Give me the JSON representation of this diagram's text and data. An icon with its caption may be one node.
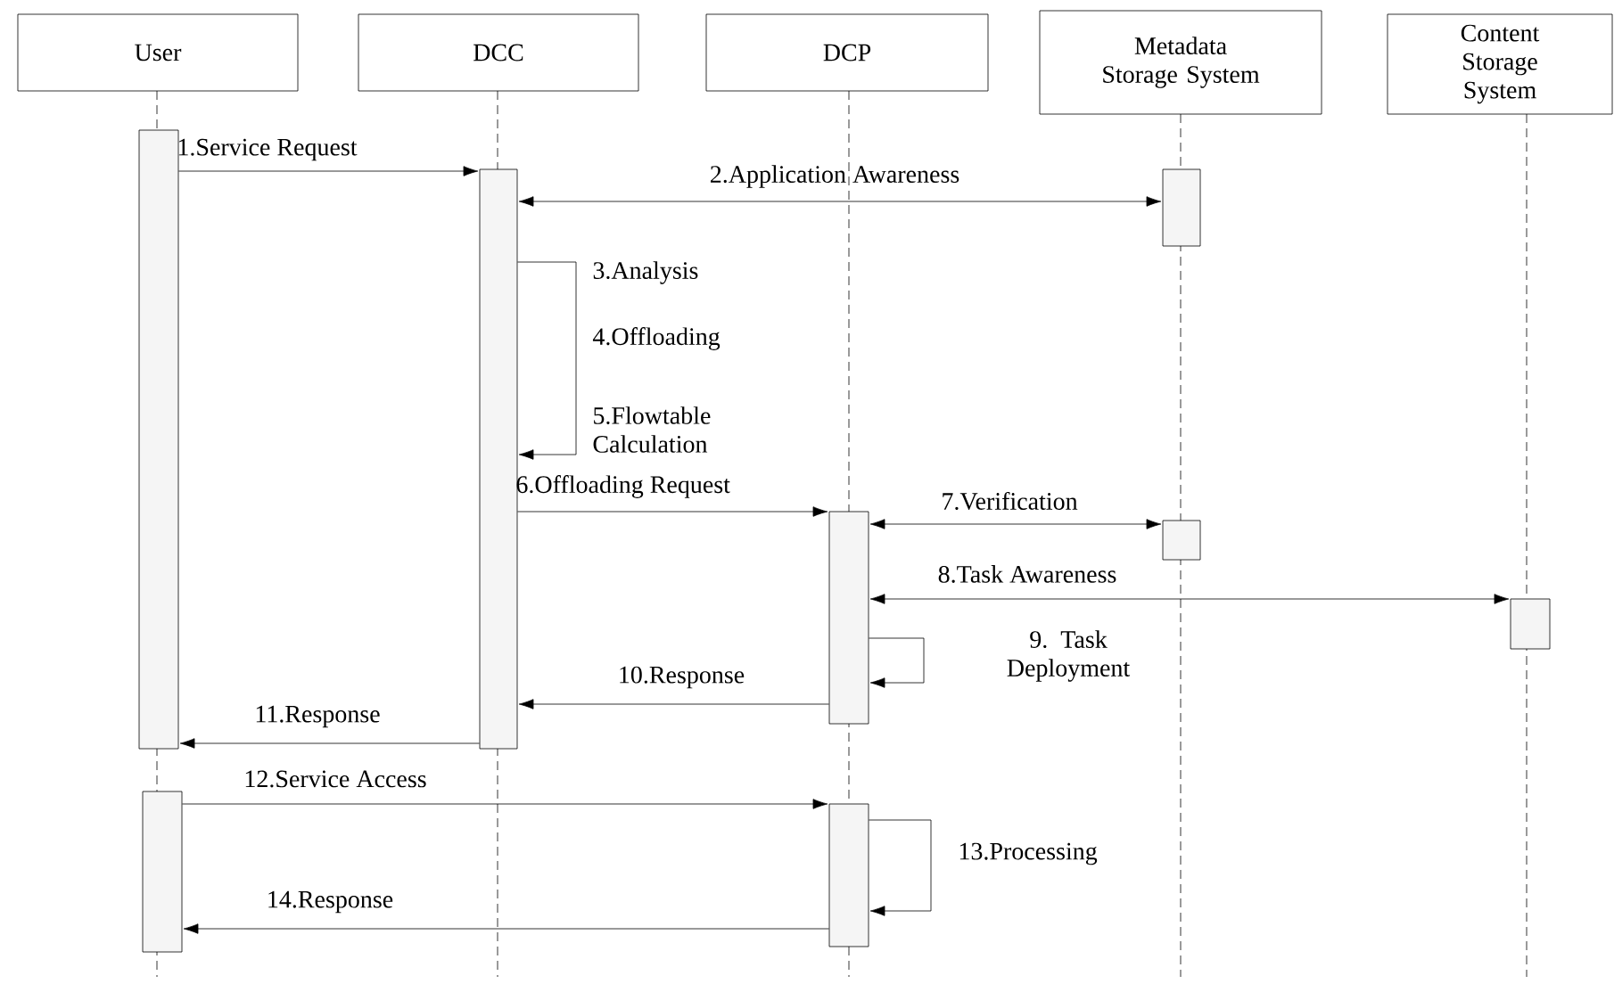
{
  "diagram": {
    "nodes": [
      {
        "text": [
          "User"
        ]
      },
      {
        "text": [
          "DCC"
        ]
      },
      {
        "text": [
          "DCP"
        ]
      },
      {
        "text": [
          "Metadata Storage System"
        ]
      },
      {
        "text": [
          "Content Storage System"
        ]
      },
      {
        "text": [],
        "shape": "bar"
      },
      {
        "text": [],
        "shape": "bar"
      },
      {
        "text": [],
        "shape": "bar"
      },
      {
        "text": [],
        "shape": "bar"
      },
      {
        "text": [],
        "shape": "bar"
      },
      {
        "text": [],
        "shape": "bar"
      },
      {
        "text": [],
        "shape": "bar"
      },
      {
        "text": [],
        "shape": "bar"
      }
    ],
    "edges": [
      {
        "from": 5,
        "to": 6,
        "arrow": "to",
        "label": "1.Service Request"
      },
      {
        "from": 6,
        "to": 7,
        "arrow": "both",
        "label": "2.Application Awareness"
      },
      {
        "from": 6,
        "to": 6,
        "arrow": "to"
      },
      {
        "from": 6,
        "to": 8,
        "arrow": "to",
        "label": "6.Offloading Request"
      },
      {
        "from": 8,
        "to": 9,
        "arrow": "both",
        "label": "7.Verification"
      },
      {
        "from": 8,
        "to": 10,
        "arrow": "both",
        "label": "8.Task Awareness"
      },
      {
        "from": 8,
        "to": 8,
        "arrow": "to",
        "label": "9. Task Deployment"
      },
      {
        "from": 8,
        "to": 6,
        "arrow": "to",
        "label": "10.Response"
      },
      {
        "from": 6,
        "to": 5,
        "arrow": "to",
        "label": "11.Response"
      },
      {
        "from": 11,
        "to": 12,
        "arrow": "to",
        "label": "12.Service Access"
      },
      {
        "from": 12,
        "to": 12,
        "arrow": "to",
        "label": "13.Processing"
      },
      {
        "from": 12,
        "to": 11,
        "arrow": "to",
        "label": "14.Response"
      }
    ],
    "labels": [
      "3.Analysis",
      "4.Offloading",
      "5.Flowtable Calculation"
    ]
  }
}
